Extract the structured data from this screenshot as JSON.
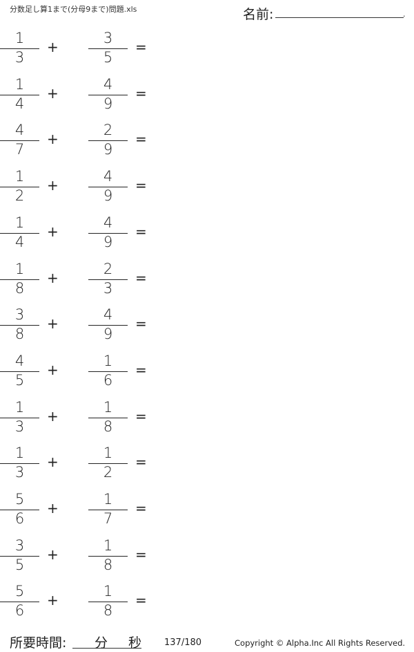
{
  "header": {
    "title": "分数足し算1まで(分母9まで)問題.xls",
    "name_label": "名前:",
    "name_end": "."
  },
  "operators": {
    "plus": "+",
    "equals": "="
  },
  "problems": [
    {
      "a": [
        "1",
        "3"
      ],
      "b": [
        "3",
        "5"
      ]
    },
    {
      "a": [
        "1",
        "4"
      ],
      "b": [
        "4",
        "9"
      ]
    },
    {
      "a": [
        "4",
        "7"
      ],
      "b": [
        "2",
        "9"
      ]
    },
    {
      "a": [
        "1",
        "2"
      ],
      "b": [
        "4",
        "9"
      ]
    },
    {
      "a": [
        "1",
        "4"
      ],
      "b": [
        "4",
        "9"
      ]
    },
    {
      "a": [
        "1",
        "8"
      ],
      "b": [
        "2",
        "3"
      ]
    },
    {
      "a": [
        "3",
        "8"
      ],
      "b": [
        "4",
        "9"
      ]
    },
    {
      "a": [
        "4",
        "5"
      ],
      "b": [
        "1",
        "6"
      ]
    },
    {
      "a": [
        "1",
        "3"
      ],
      "b": [
        "1",
        "8"
      ]
    },
    {
      "a": [
        "1",
        "3"
      ],
      "b": [
        "1",
        "2"
      ]
    },
    {
      "a": [
        "5",
        "6"
      ],
      "b": [
        "1",
        "7"
      ]
    },
    {
      "a": [
        "3",
        "5"
      ],
      "b": [
        "1",
        "8"
      ]
    },
    {
      "a": [
        "5",
        "6"
      ],
      "b": [
        "1",
        "8"
      ]
    }
  ],
  "footer": {
    "time_label": "所要時間:",
    "minutes": "分",
    "seconds": "秒",
    "page": "137/180",
    "copyright": "Copyright ©  Alpha.Inc All Rights Reserved."
  }
}
